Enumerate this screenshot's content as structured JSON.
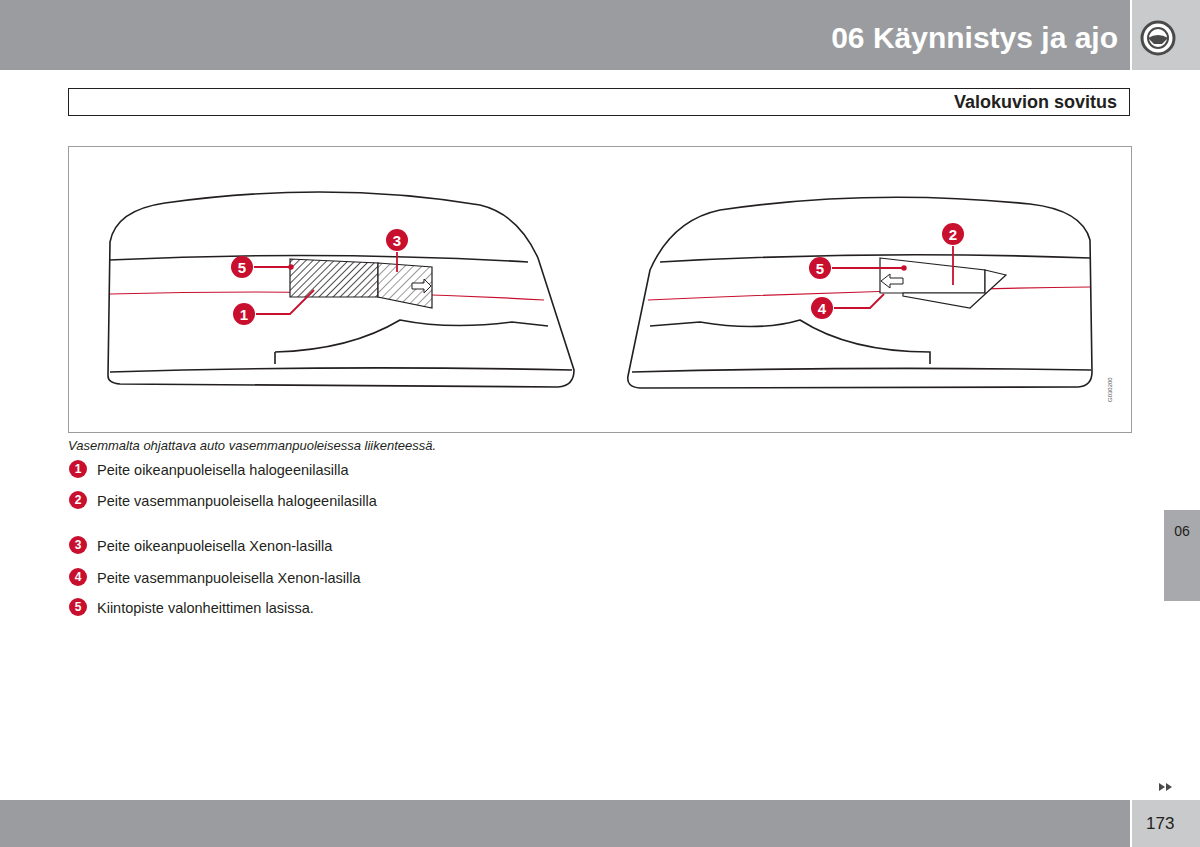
{
  "diagram": {
    "title": "06 Käynnistys ja ajo",
    "caption": "Vasemmalta ohjattava auto vasemmanpuoleisessa liikenteessä.",
    "nodes": [
      {
        "text": [
          "Valokuvion sovitus"
        ]
      },
      {
        "text": [
          "3"
        ]
      },
      {
        "text": [
          "5"
        ]
      },
      {
        "text": [
          "1"
        ]
      },
      {
        "text": [
          "2"
        ]
      },
      {
        "text": [
          "5"
        ]
      },
      {
        "text": [
          "4"
        ]
      },
      {
        "text": [
          "1"
        ]
      },
      {
        "text": [
          "2"
        ]
      },
      {
        "text": [
          "3"
        ]
      },
      {
        "text": [
          "4"
        ]
      },
      {
        "text": [
          "5"
        ]
      },
      {
        "text": [
          "06"
        ]
      }
    ],
    "labels": [
      "Peite oikeanpuoleisella halogeenilasilla",
      "Peite vasemmanpuoleisella halogeenilasilla",
      "Peite oikeanpuoleisella Xenon-lasilla",
      "Peite vasemmanpuoleisella Xenon-lasilla",
      "Kiintopiste valonheittimen lasissa.",
      "G030200",
      "173"
    ]
  }
}
